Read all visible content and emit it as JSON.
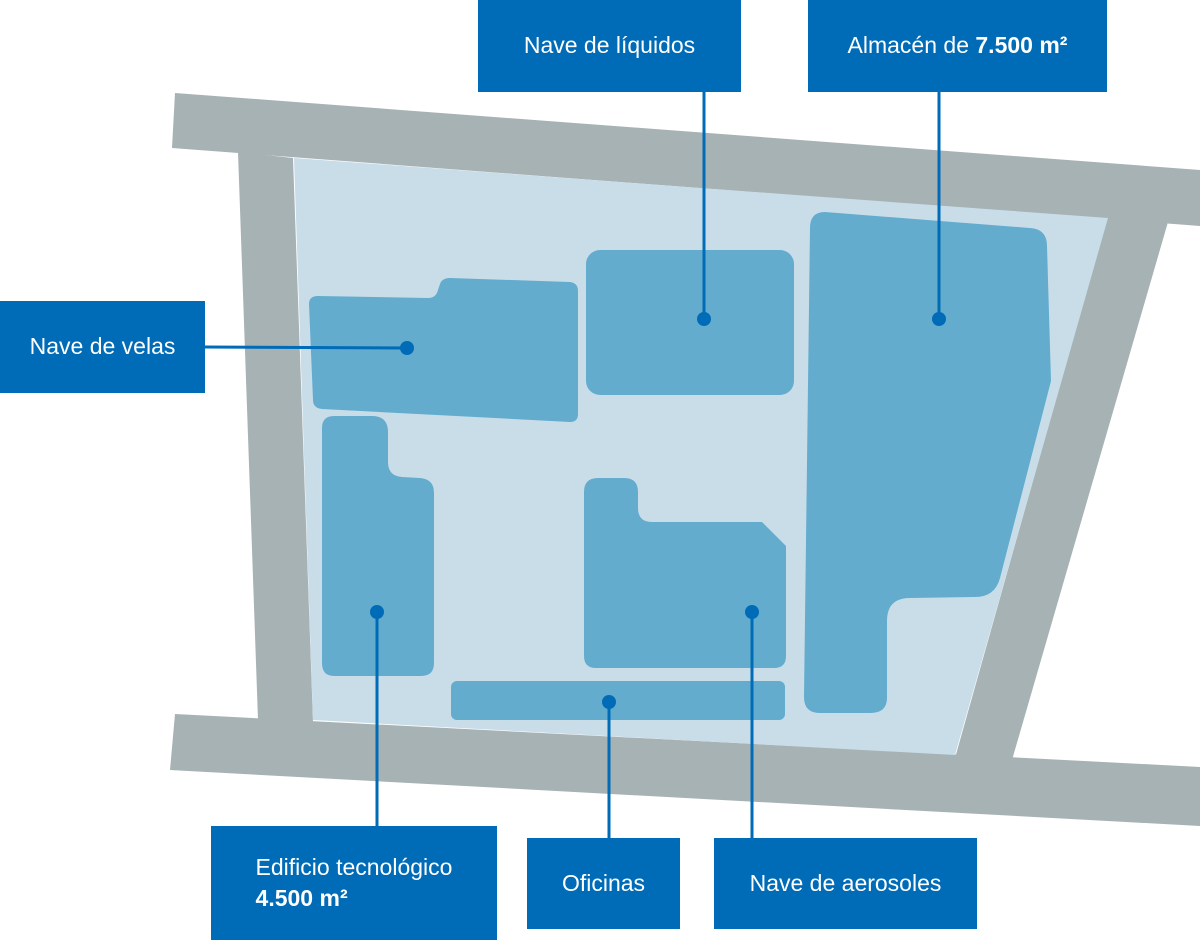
{
  "colors": {
    "road": "#a7b2b4",
    "site": "#c9dde9",
    "building": "#63acce",
    "label_bg": "#006bb6",
    "connector": "#006bb6",
    "label_text": "#ffffff"
  },
  "labels": {
    "liquids_hall": "Nave de líquidos",
    "warehouse_prefix": "Almacén de ",
    "warehouse_area": "7.500 m²",
    "candles_hall": "Nave de velas",
    "tech_building": "Edificio tecnológico",
    "tech_area": "4.500 m²",
    "offices": "Oficinas",
    "aerosols_hall": "Nave de aerosoles"
  }
}
